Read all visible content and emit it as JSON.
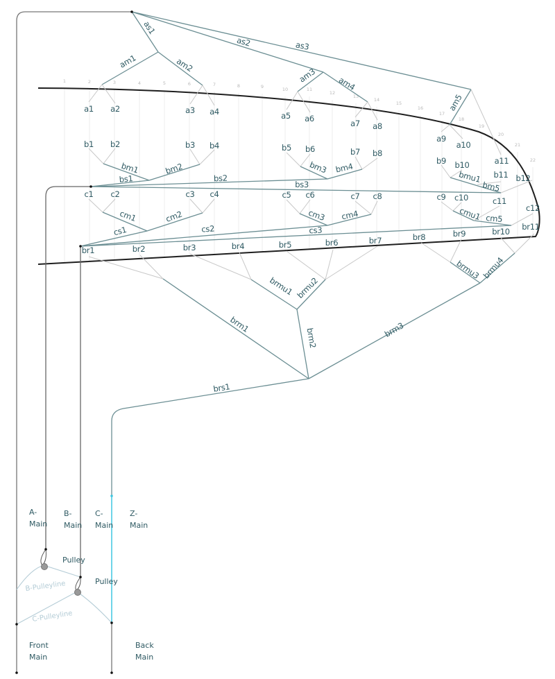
{
  "diagram": {
    "rib_numbers": [
      "1",
      "2",
      "3",
      "4",
      "5",
      "6",
      "7",
      "8",
      "9",
      "10",
      "11",
      "12",
      "13",
      "14",
      "15",
      "16",
      "17",
      "18",
      "19",
      "20",
      "21",
      "22"
    ],
    "attachment_labels": {
      "a1": "a1",
      "a2": "a2",
      "a3": "a3",
      "a4": "a4",
      "a5": "a5",
      "a6": "a6",
      "a7": "a7",
      "a8": "a8",
      "a9": "a9",
      "a10": "a10",
      "a11": "a11",
      "b1": "b1",
      "b2": "b2",
      "b3": "b3",
      "b4": "b4",
      "b5": "b5",
      "b6": "b6",
      "b7": "b7",
      "b8": "b8",
      "b9": "b9",
      "b10": "b10",
      "b11": "b11",
      "b12": "b12",
      "c1": "c1",
      "c2": "c2",
      "c3": "c3",
      "c4": "c4",
      "c5": "c5",
      "c6": "c6",
      "c7": "c7",
      "c8": "c8",
      "c9": "c9",
      "c10": "c10",
      "c11": "c11",
      "c12": "c12",
      "br1": "br1",
      "br2": "br2",
      "br3": "br3",
      "br4": "br4",
      "br5": "br5",
      "br6": "br6",
      "br7": "br7",
      "br8": "br8",
      "br9": "br9",
      "br10": "br10",
      "br11": "br11"
    },
    "line_labels": {
      "as1": "as1",
      "as2": "as2",
      "as3": "as3",
      "am1": "am1",
      "am2": "am2",
      "am3": "am3",
      "am4": "am4",
      "am5": "am5",
      "bm1": "bm1",
      "bm2": "bm2",
      "bm3": "bm3",
      "bm4": "bm4",
      "bm5": "bm5",
      "bmu1": "bmu1",
      "bs1": "bs1",
      "bs2": "bs2",
      "bs3": "bs3",
      "cm1": "cm1",
      "cm2": "cm2",
      "cm3": "cm3",
      "cm4": "cm4",
      "cm5": "cm5",
      "cmu1": "cmu1",
      "cs1": "cs1",
      "cs2": "cs2",
      "cs3": "cs3",
      "brmu1": "brmu1",
      "brmu2": "brmu2",
      "brmu3": "brmu3",
      "brmu4": "brmu4",
      "brm1": "brm1",
      "brm2": "brm2",
      "brm3": "brm3",
      "brs1": "brs1"
    },
    "risers": {
      "a_main": {
        "line1": "A-",
        "line2": "Main"
      },
      "b_main": {
        "line1": "B-",
        "line2": "Main"
      },
      "c_main": {
        "line1": "C-",
        "line2": "Main"
      },
      "z_main": {
        "line1": "Z-",
        "line2": "Main"
      },
      "front_main": {
        "line1": "Front",
        "line2": "Main"
      },
      "back_main": {
        "line1": "Back",
        "line2": "Main"
      },
      "pulley_b": "Pulley",
      "pulley_c": "Pulley",
      "b_pulleyline": "B-Pulleyline",
      "c_pulleyline": "C-Pulleyline"
    },
    "colors": {
      "line_dark": "#6b8e93",
      "line_light": "#c8c8c8",
      "label": "#2f5a63",
      "highlight": "#3fc6e0",
      "wing": "#1e1e1e"
    }
  }
}
